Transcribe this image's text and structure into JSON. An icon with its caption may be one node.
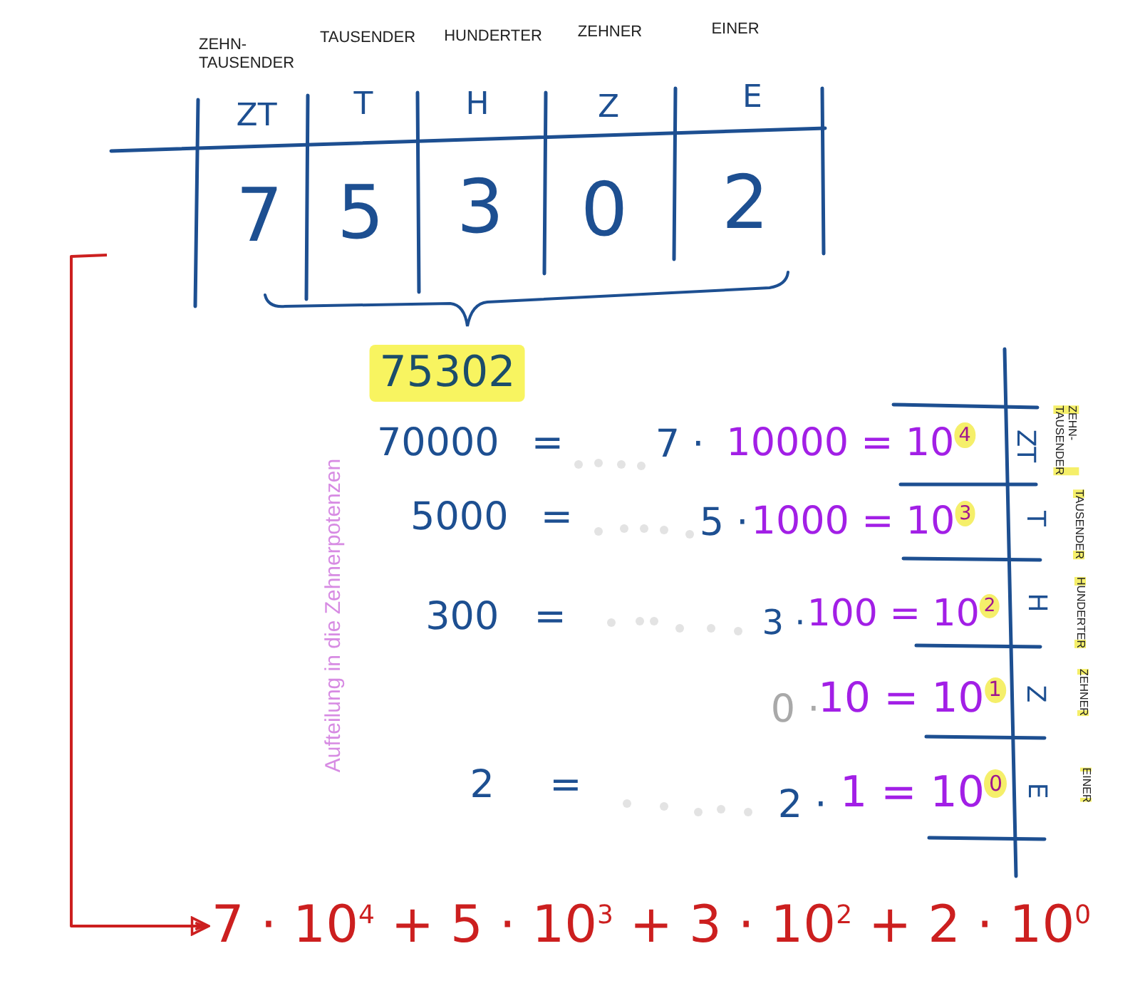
{
  "diagram": {
    "nodes": [
      {
        "text": [
          "ZT",
          "T",
          "H",
          "Z",
          "E",
          "7",
          "5",
          "3",
          "0",
          "2"
        ],
        "beside": [
          "ZEHN- TAUSENDER",
          "TAUSENDER",
          "HUNDERTER",
          "ZEHNER",
          "EINER"
        ]
      },
      {
        "text": [
          "75302"
        ]
      },
      {
        "text": [
          "7 · 10$^{4}$ + 5 · 10$^{3}$ + 3 · 10$^{2}$ + 2 · 10$^{0}$"
        ]
      }
    ],
    "edges": [
      {
        "from": 0,
        "to": 2,
        "arrow": "to"
      }
    ],
    "labels": [
      "Aufteilung in die Zehnerpotenzen",
      "70000 =",
      "7 ·",
      "10000 = 10$^{4}$",
      "ZT",
      "ZEHN- TAUSENDER",
      "5000 =",
      "5 ·",
      "1000 = 10$^{3}$",
      "T",
      "TAUSENDER",
      "300 =",
      "3 ·",
      "100 = 10$^{2}$",
      "H",
      "HUNDERTER",
      "0 ·",
      "10 = 10$^{1}$",
      "Z",
      "ZEHNER",
      "2 =",
      "2 ·",
      "1 = 10$^{0}$",
      "E",
      "EINER"
    ]
  }
}
